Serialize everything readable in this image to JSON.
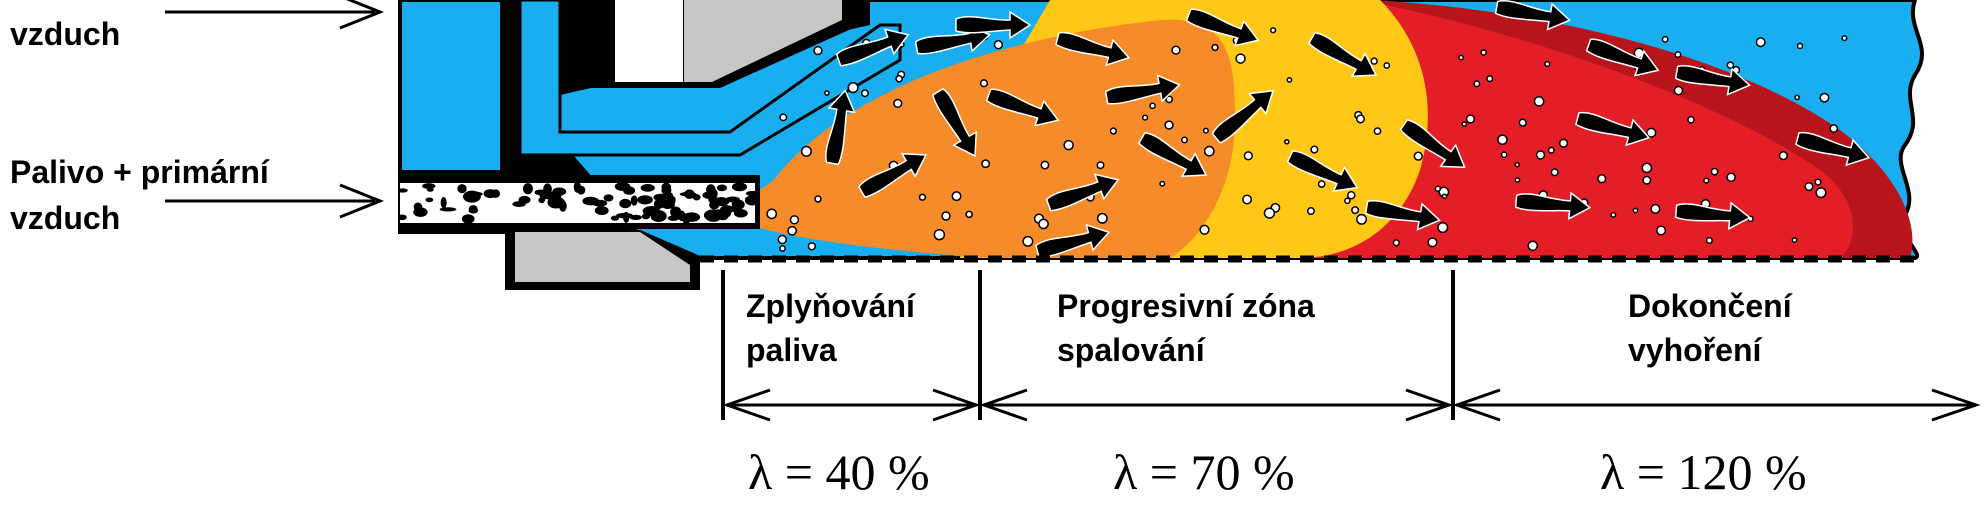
{
  "inlets": {
    "secondary_air": {
      "line2": "vzduch"
    },
    "fuel_primary": {
      "line1": "Palivo + primární",
      "line2": "vzduch"
    }
  },
  "zones": [
    {
      "title_line1": "Zplyňování",
      "title_line2": "paliva",
      "lambda": "λ = 40 %",
      "color": "#F68B29"
    },
    {
      "title_line1": "Progresivní zóna",
      "title_line2": "spalování",
      "lambda": "λ = 70 %",
      "color": "#FFC817"
    },
    {
      "title_line1": "Dokončení",
      "title_line2": "vyhoření",
      "lambda": "λ = 120 %",
      "color": "#E41E26"
    }
  ],
  "colors": {
    "air": "#19AEEF",
    "burner_body": "#C6C6C6",
    "outer_flame": "#B8141C",
    "fuel_stream": "#000000"
  }
}
